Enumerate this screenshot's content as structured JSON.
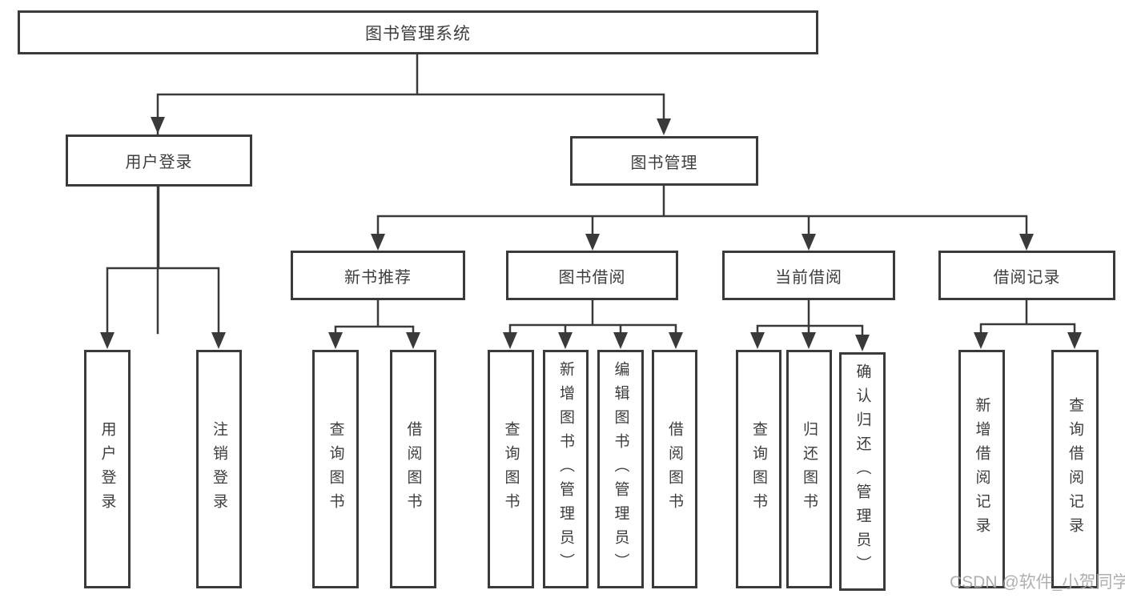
{
  "tree": {
    "label": "图书管理系统",
    "children": [
      {
        "label": "用户登录",
        "children": [
          {
            "label": "用户登录"
          },
          {
            "label": "注销登录"
          }
        ]
      },
      {
        "label": "图书管理",
        "children": [
          {
            "label": "新书推荐",
            "children": [
              {
                "label": "查询图书"
              },
              {
                "label": "借阅图书"
              }
            ]
          },
          {
            "label": "图书借阅",
            "children": [
              {
                "label": "查询图书"
              },
              {
                "label": "新增图书（管理员）"
              },
              {
                "label": "编辑图书（管理员）"
              },
              {
                "label": "借阅图书"
              }
            ]
          },
          {
            "label": "当前借阅",
            "children": [
              {
                "label": "查询图书"
              },
              {
                "label": "归还图书"
              },
              {
                "label": "确认归还（管理员）"
              }
            ]
          },
          {
            "label": "借阅记录",
            "children": [
              {
                "label": "新增借阅记录"
              },
              {
                "label": "查询借阅记录"
              }
            ]
          }
        ]
      }
    ]
  },
  "watermark": {
    "text": "CSDN @软件_小贺同学"
  },
  "colors": {
    "line": "#3a3a3a",
    "text": "#3d3d3d",
    "watermark": "#a9a9a9",
    "background": "#ffffff"
  }
}
